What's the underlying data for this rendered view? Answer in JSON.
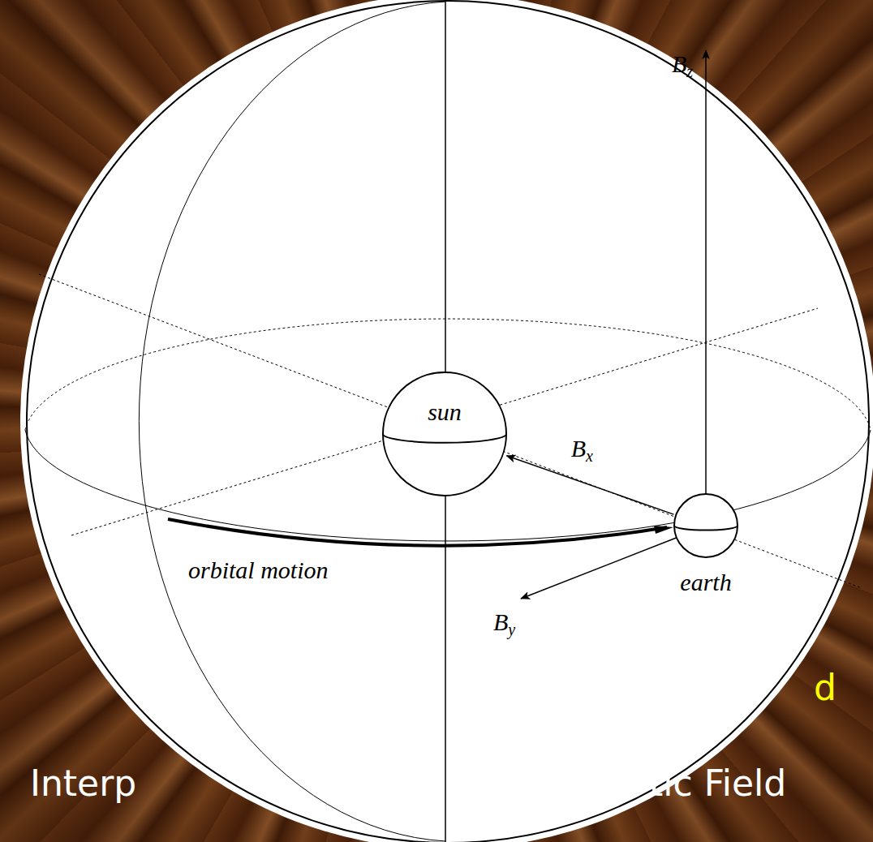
{
  "diagram": {
    "nodes": [
      {
        "text": [
          "sun"
        ]
      },
      {
        "text": [
          "earth"
        ]
      }
    ],
    "edges": [
      {
        "from": 1,
        "to": 0,
        "arrow": "to",
        "label": "Bx"
      }
    ],
    "labels": [
      "Bz",
      "By",
      "orbital motion",
      "Interp",
      "tic Field",
      "d"
    ]
  }
}
